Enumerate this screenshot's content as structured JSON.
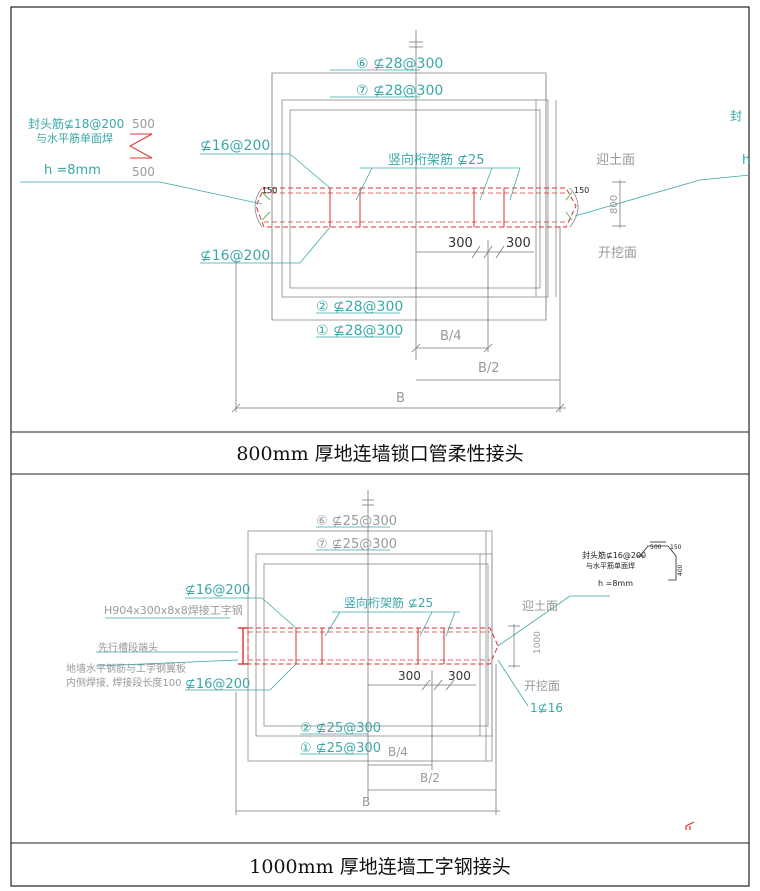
{
  "panel1": {
    "caption": "800mm 厚地连墙锁口管柔性接头",
    "rebar_6": "⑥ ⊈28@300",
    "rebar_7": "⑦ ⊈28@300",
    "rebar_2": "② ⊈28@300",
    "rebar_1": "① ⊈28@300",
    "end_bar_line1": "封头筋⊈18@200",
    "end_bar_line2": "与水平筋单面焊",
    "end_bar_right": "封",
    "dim_500_top": "500",
    "dim_500_bottom": "500",
    "plate_h": "h =8mm",
    "plate_h_right": "h",
    "bar_16_top": "⊈16@200",
    "bar_16_bottom": "⊈16@200",
    "truss": "竖向桁架筋 ⊈25",
    "soil_face": "迎土面",
    "excavation_face": "开挖面",
    "dim_150_left": "150",
    "dim_150_right": "150",
    "dim_800": "800",
    "dim_300_left": "300",
    "dim_300_right": "300",
    "dim_b4": "B/4",
    "dim_b2": "B/2",
    "dim_b": "B"
  },
  "panel2": {
    "caption": "1000mm 厚地连墙工字钢接头",
    "rebar_6": "⑥ ⊈25@300",
    "rebar_7": "⑦ ⊈25@300",
    "rebar_2": "② ⊈25@300",
    "rebar_1": "① ⊈25@300",
    "bar_16_top": "⊈16@200",
    "bar_16_bottom": "⊈16@200",
    "steel_beam": "H904x300x8x8焊接工字钢",
    "first_section": "先行槽段端头",
    "weld_line1": "地墙水平钢筋与工字钢翼板",
    "weld_line2": "内侧焊接, 焊接段长度100",
    "truss": "竖向桁架筋 ⊈25",
    "soil_face": "迎土面",
    "excavation_face": "开挖面",
    "dim_1000": "1000",
    "bar_1_16": "1⊈16",
    "dim_300_left": "300",
    "dim_300_right": "300",
    "dim_b4": "B/4",
    "dim_b2": "B/2",
    "dim_b": "B",
    "detail_line1": "封头筋⊈16@200",
    "detail_line2": "与水平筋单面焊",
    "detail_h": "h =8mm",
    "detail_500": "500",
    "detail_150": "150",
    "detail_400": "400"
  }
}
